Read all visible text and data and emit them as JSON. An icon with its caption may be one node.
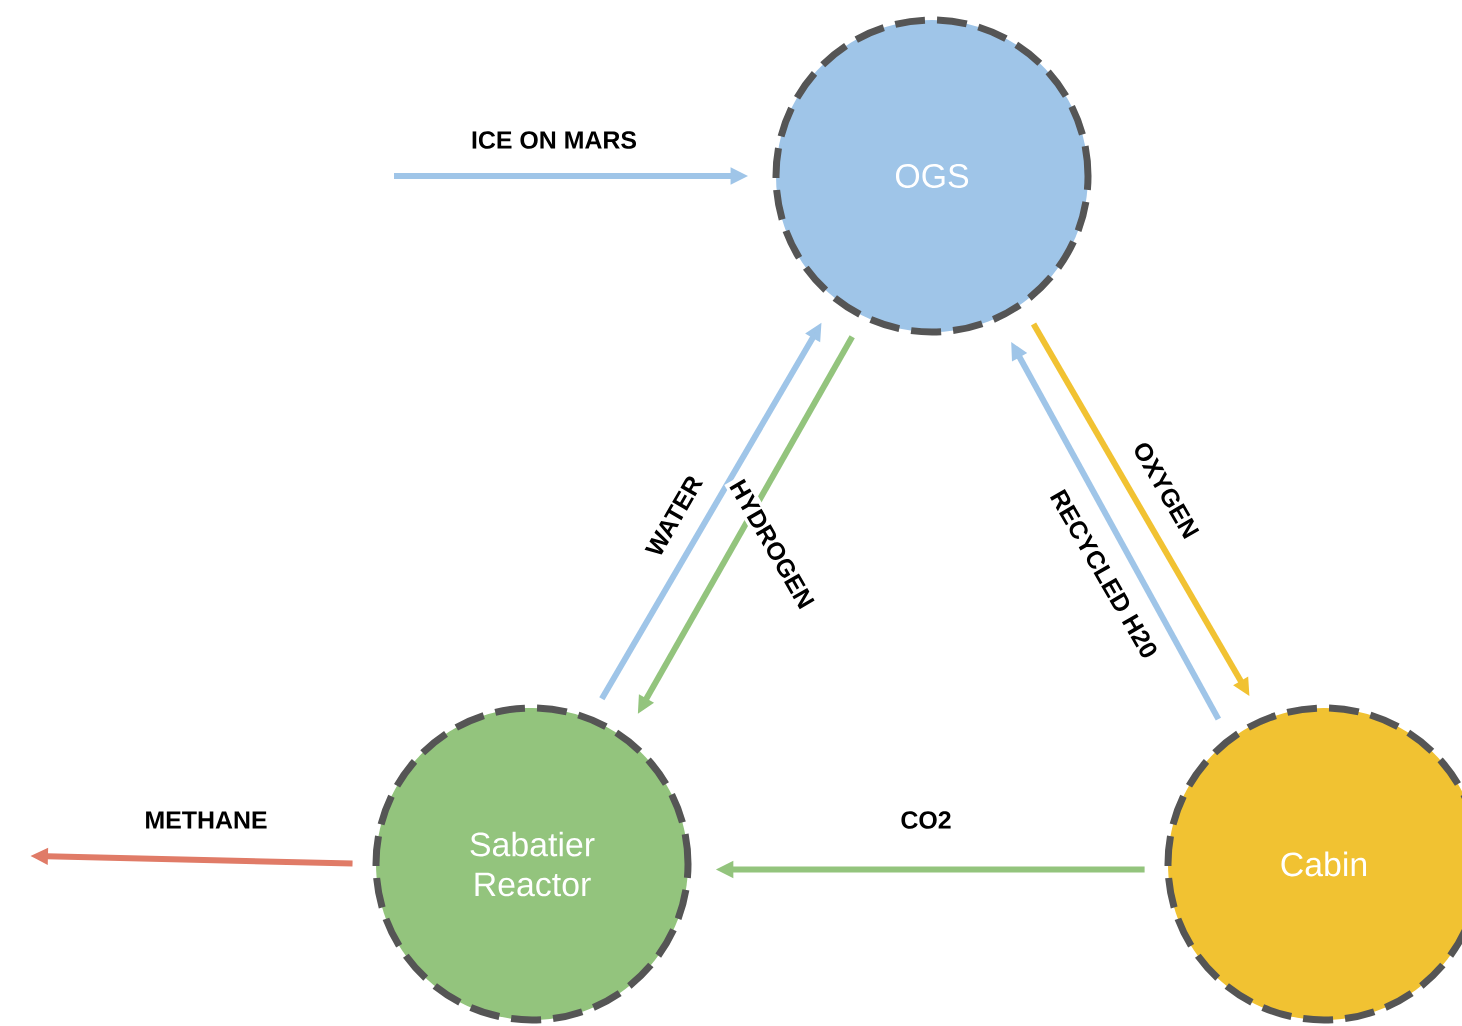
{
  "diagram": {
    "nodes": [
      {
        "text": [
          "OGS"
        ]
      },
      {
        "text": [
          "Sabatier Reactor"
        ]
      },
      {
        "text": [
          "Cabin"
        ]
      }
    ],
    "edges": [
      {
        "from": null,
        "to": 0,
        "arrow": "to",
        "label": "ICE ON MARS",
        "color": "#9fc5e8"
      },
      {
        "from": 1,
        "to": 0,
        "arrow": "to",
        "label": "WATER",
        "color": "#9fc5e8"
      },
      {
        "from": 0,
        "to": 1,
        "arrow": "to",
        "label": "HYDROGEN",
        "color": "#93c47d"
      },
      {
        "from": 0,
        "to": 2,
        "arrow": "to",
        "label": "OXYGEN",
        "color": "#f1c232"
      },
      {
        "from": 2,
        "to": 0,
        "arrow": "to",
        "label": "RECYCLED H20",
        "color": "#9fc5e8"
      },
      {
        "from": 2,
        "to": 1,
        "arrow": "to",
        "label": "CO2",
        "color": "#93c47d"
      },
      {
        "from": 1,
        "to": null,
        "arrow": "to",
        "label": "METHANE",
        "color": "#e07b67"
      }
    ]
  }
}
